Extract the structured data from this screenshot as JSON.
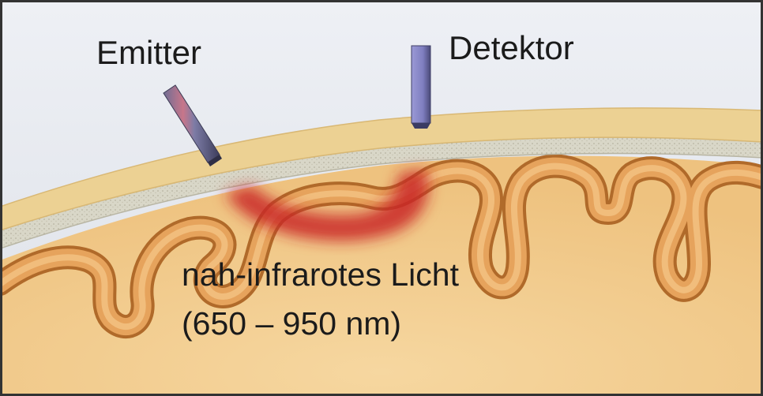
{
  "labels": {
    "emitter": "Emitter",
    "detector": "Detektor",
    "light_line1": "nah-infrarotes Licht",
    "light_line2": "(650 – 950 nm)"
  },
  "colors": {
    "border": "#333333",
    "background": "#e8eaf0",
    "scalp": "#e9c98a",
    "skull": "#d6d4c6",
    "cortex": "#e2a055",
    "brain_tissue": "#f2cd8e",
    "light_banana": "#cf2a2a",
    "emitter_probe": "#8b7fa8",
    "detector_probe": "#8f8ec8"
  },
  "icons": {
    "emitter": "probe-emitter-icon",
    "detector": "probe-detector-icon"
  }
}
